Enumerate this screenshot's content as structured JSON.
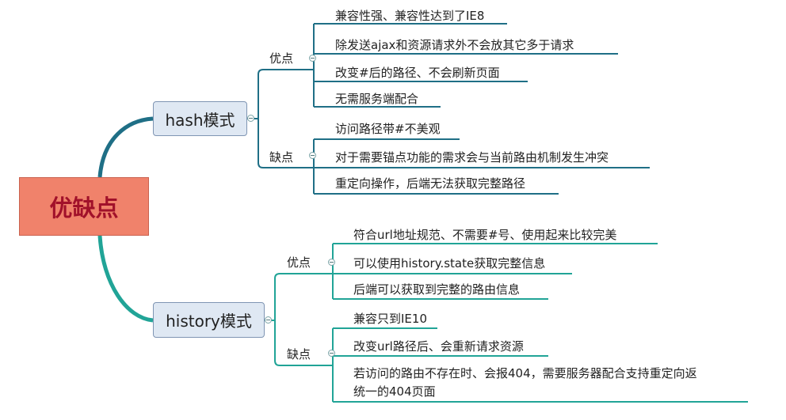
{
  "root": {
    "label": "优缺点"
  },
  "branches": [
    {
      "label": "hash模式",
      "groups": [
        {
          "label": "优点",
          "items": [
            "兼容性强、兼容性达到了IE8",
            "除发送ajax和资源请求外不会放其它多于请求",
            "改变#后的路径、不会刷新页面",
            "无需服务端配合"
          ]
        },
        {
          "label": "缺点",
          "items": [
            "访问路径带#不美观",
            "对于需要锚点功能的需求会与当前路由机制发生冲突",
            "重定向操作，后端无法获取完整路径"
          ]
        }
      ]
    },
    {
      "label": "history模式",
      "groups": [
        {
          "label": "优点",
          "items": [
            "符合url地址规范、不需要#号、使用起来比较完美",
            "可以使用history.state获取完整信息",
            "后端可以获取到完整的路由信息"
          ]
        },
        {
          "label": "缺点",
          "items": [
            "兼容只到IE10",
            "改变url路径后、会重新请求资源",
            "若访问的路由不存在时、会报404，需要服务器配合支持重定向返",
            "统一的404页面"
          ]
        }
      ]
    }
  ],
  "colors": {
    "hash_line": "#1f6f86",
    "history_line": "#21a497",
    "root_fill": "#f0826b",
    "root_text": "#a1112a"
  }
}
